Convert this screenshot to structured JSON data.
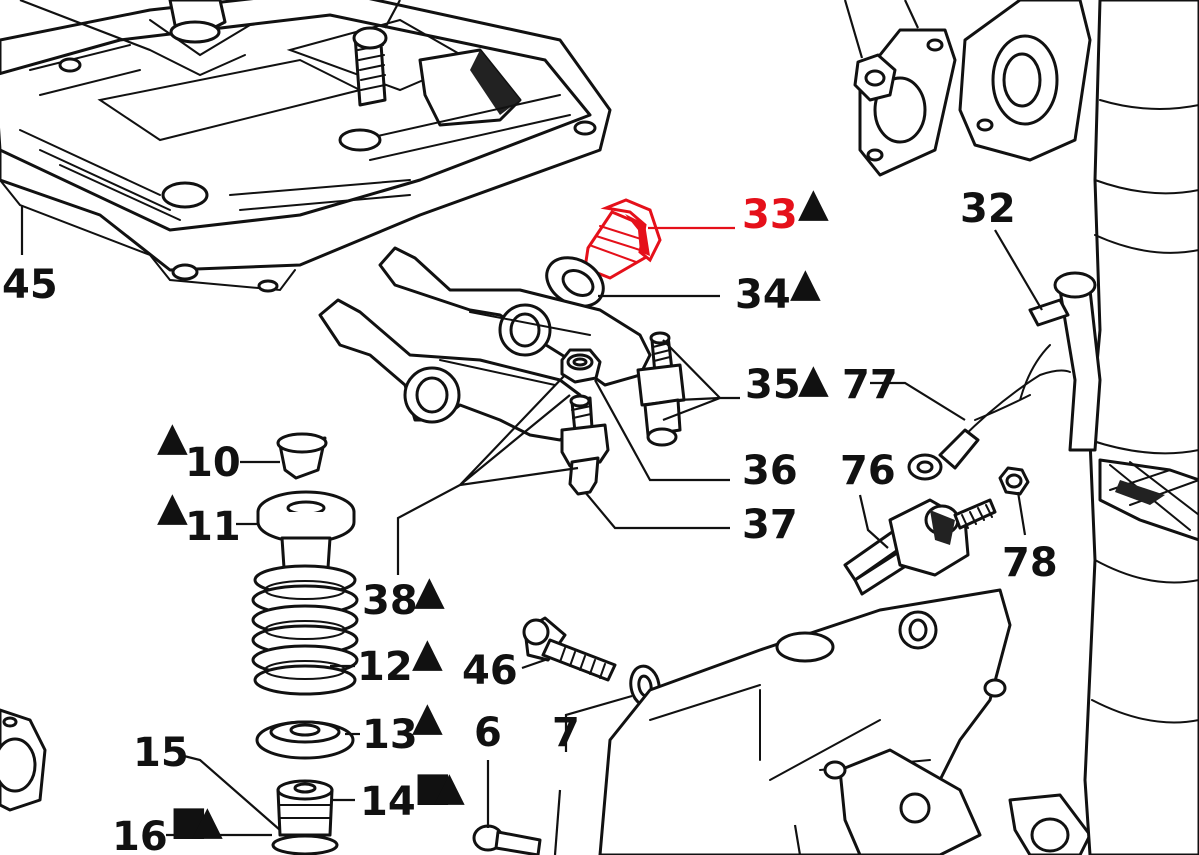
{
  "colors": {
    "ink": "#111111",
    "highlight": "#e5101a",
    "background": "#ffffff"
  },
  "highlighted_part": "33",
  "symbols": {
    "triangle": "▲",
    "square": "■"
  },
  "callouts": [
    {
      "id": "45",
      "number": "45",
      "marks": []
    },
    {
      "id": "33",
      "number": "33",
      "marks": [
        "triangle"
      ],
      "highlighted": true
    },
    {
      "id": "32",
      "number": "32",
      "marks": []
    },
    {
      "id": "34",
      "number": "34",
      "marks": [
        "triangle"
      ]
    },
    {
      "id": "35",
      "number": "35",
      "marks": [
        "triangle"
      ]
    },
    {
      "id": "77",
      "number": "77",
      "marks": []
    },
    {
      "id": "36",
      "number": "36",
      "marks": []
    },
    {
      "id": "76",
      "number": "76",
      "marks": []
    },
    {
      "id": "37",
      "number": "37",
      "marks": []
    },
    {
      "id": "78",
      "number": "78",
      "marks": []
    },
    {
      "id": "10",
      "number": "10",
      "marks": [
        "triangle"
      ]
    },
    {
      "id": "11",
      "number": "11",
      "marks": [
        "triangle"
      ]
    },
    {
      "id": "38",
      "number": "38",
      "marks": [
        "triangle"
      ]
    },
    {
      "id": "12",
      "number": "12",
      "marks": [
        "triangle"
      ]
    },
    {
      "id": "46",
      "number": "46",
      "marks": []
    },
    {
      "id": "13",
      "number": "13",
      "marks": [
        "triangle"
      ]
    },
    {
      "id": "15",
      "number": "15",
      "marks": []
    },
    {
      "id": "6",
      "number": "6",
      "marks": []
    },
    {
      "id": "7",
      "number": "7",
      "marks": []
    },
    {
      "id": "14",
      "number": "14",
      "marks": [
        "square",
        "triangle"
      ]
    },
    {
      "id": "16",
      "number": "16",
      "marks": [
        "square",
        "triangle"
      ]
    }
  ]
}
